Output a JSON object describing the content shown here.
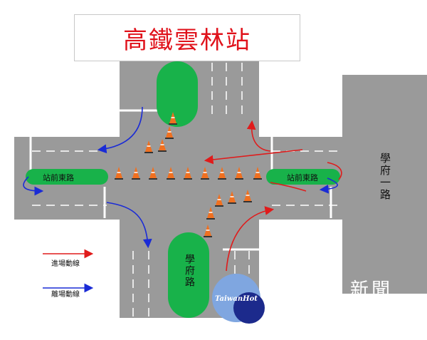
{
  "title": "高鐵雲林站",
  "roads": {
    "west_median": "站前東路",
    "east_median": "站前東路",
    "south_median": "學府路",
    "east_road": "學府一路"
  },
  "legend": {
    "entry": {
      "label": "進場動線",
      "color": "#e01b1b"
    },
    "exit": {
      "label": "離場動線",
      "color": "#1a2bd6"
    }
  },
  "watermark": {
    "text": "新聞",
    "logo": "TaiwanHot"
  },
  "colors": {
    "road": "#9a9a9a",
    "median": "#18b24a",
    "cone": "#f07020",
    "lane_line": "#ffffff"
  }
}
